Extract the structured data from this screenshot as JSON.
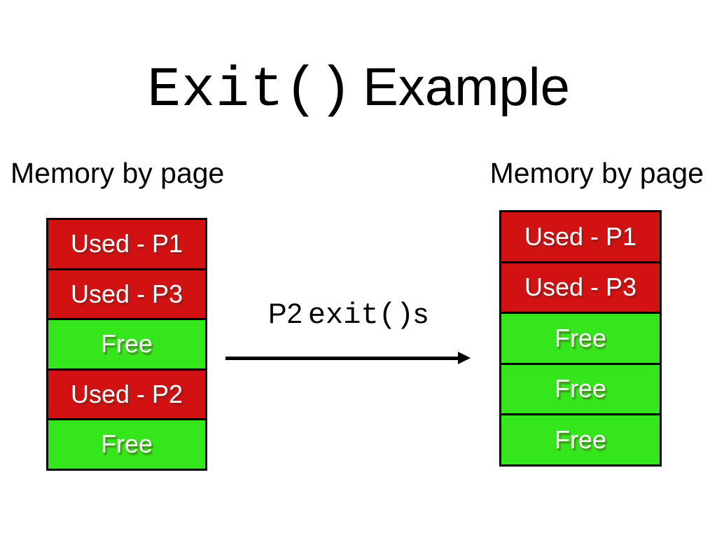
{
  "slide": {
    "title": {
      "code": "Exit()",
      "text": "Example"
    }
  },
  "left_panel": {
    "heading": "Memory by page",
    "boxes": [
      {
        "label": "Used - P1",
        "type": "used"
      },
      {
        "label": "Used - P3",
        "type": "used"
      },
      {
        "label": "Free",
        "type": "free"
      },
      {
        "label": "Used - P2",
        "type": "used"
      },
      {
        "label": "Free",
        "type": "free"
      }
    ]
  },
  "right_panel": {
    "heading": "Memory by page",
    "boxes": [
      {
        "label": "Used - P1",
        "type": "used"
      },
      {
        "label": "Used - P3",
        "type": "used"
      },
      {
        "label": "Free",
        "type": "free"
      },
      {
        "label": "Free",
        "type": "free"
      },
      {
        "label": "Free",
        "type": "free"
      }
    ]
  },
  "transition": {
    "prefix": "P2",
    "code": "exit()",
    "suffix": "s",
    "arrow_icon": "right-arrow"
  },
  "colors": {
    "used_red": "#d21212",
    "free_green": "#35e61c",
    "box_border": "#000000",
    "box_text": "#ffffff",
    "slide_text": "#000000",
    "background": "#ffffff"
  }
}
